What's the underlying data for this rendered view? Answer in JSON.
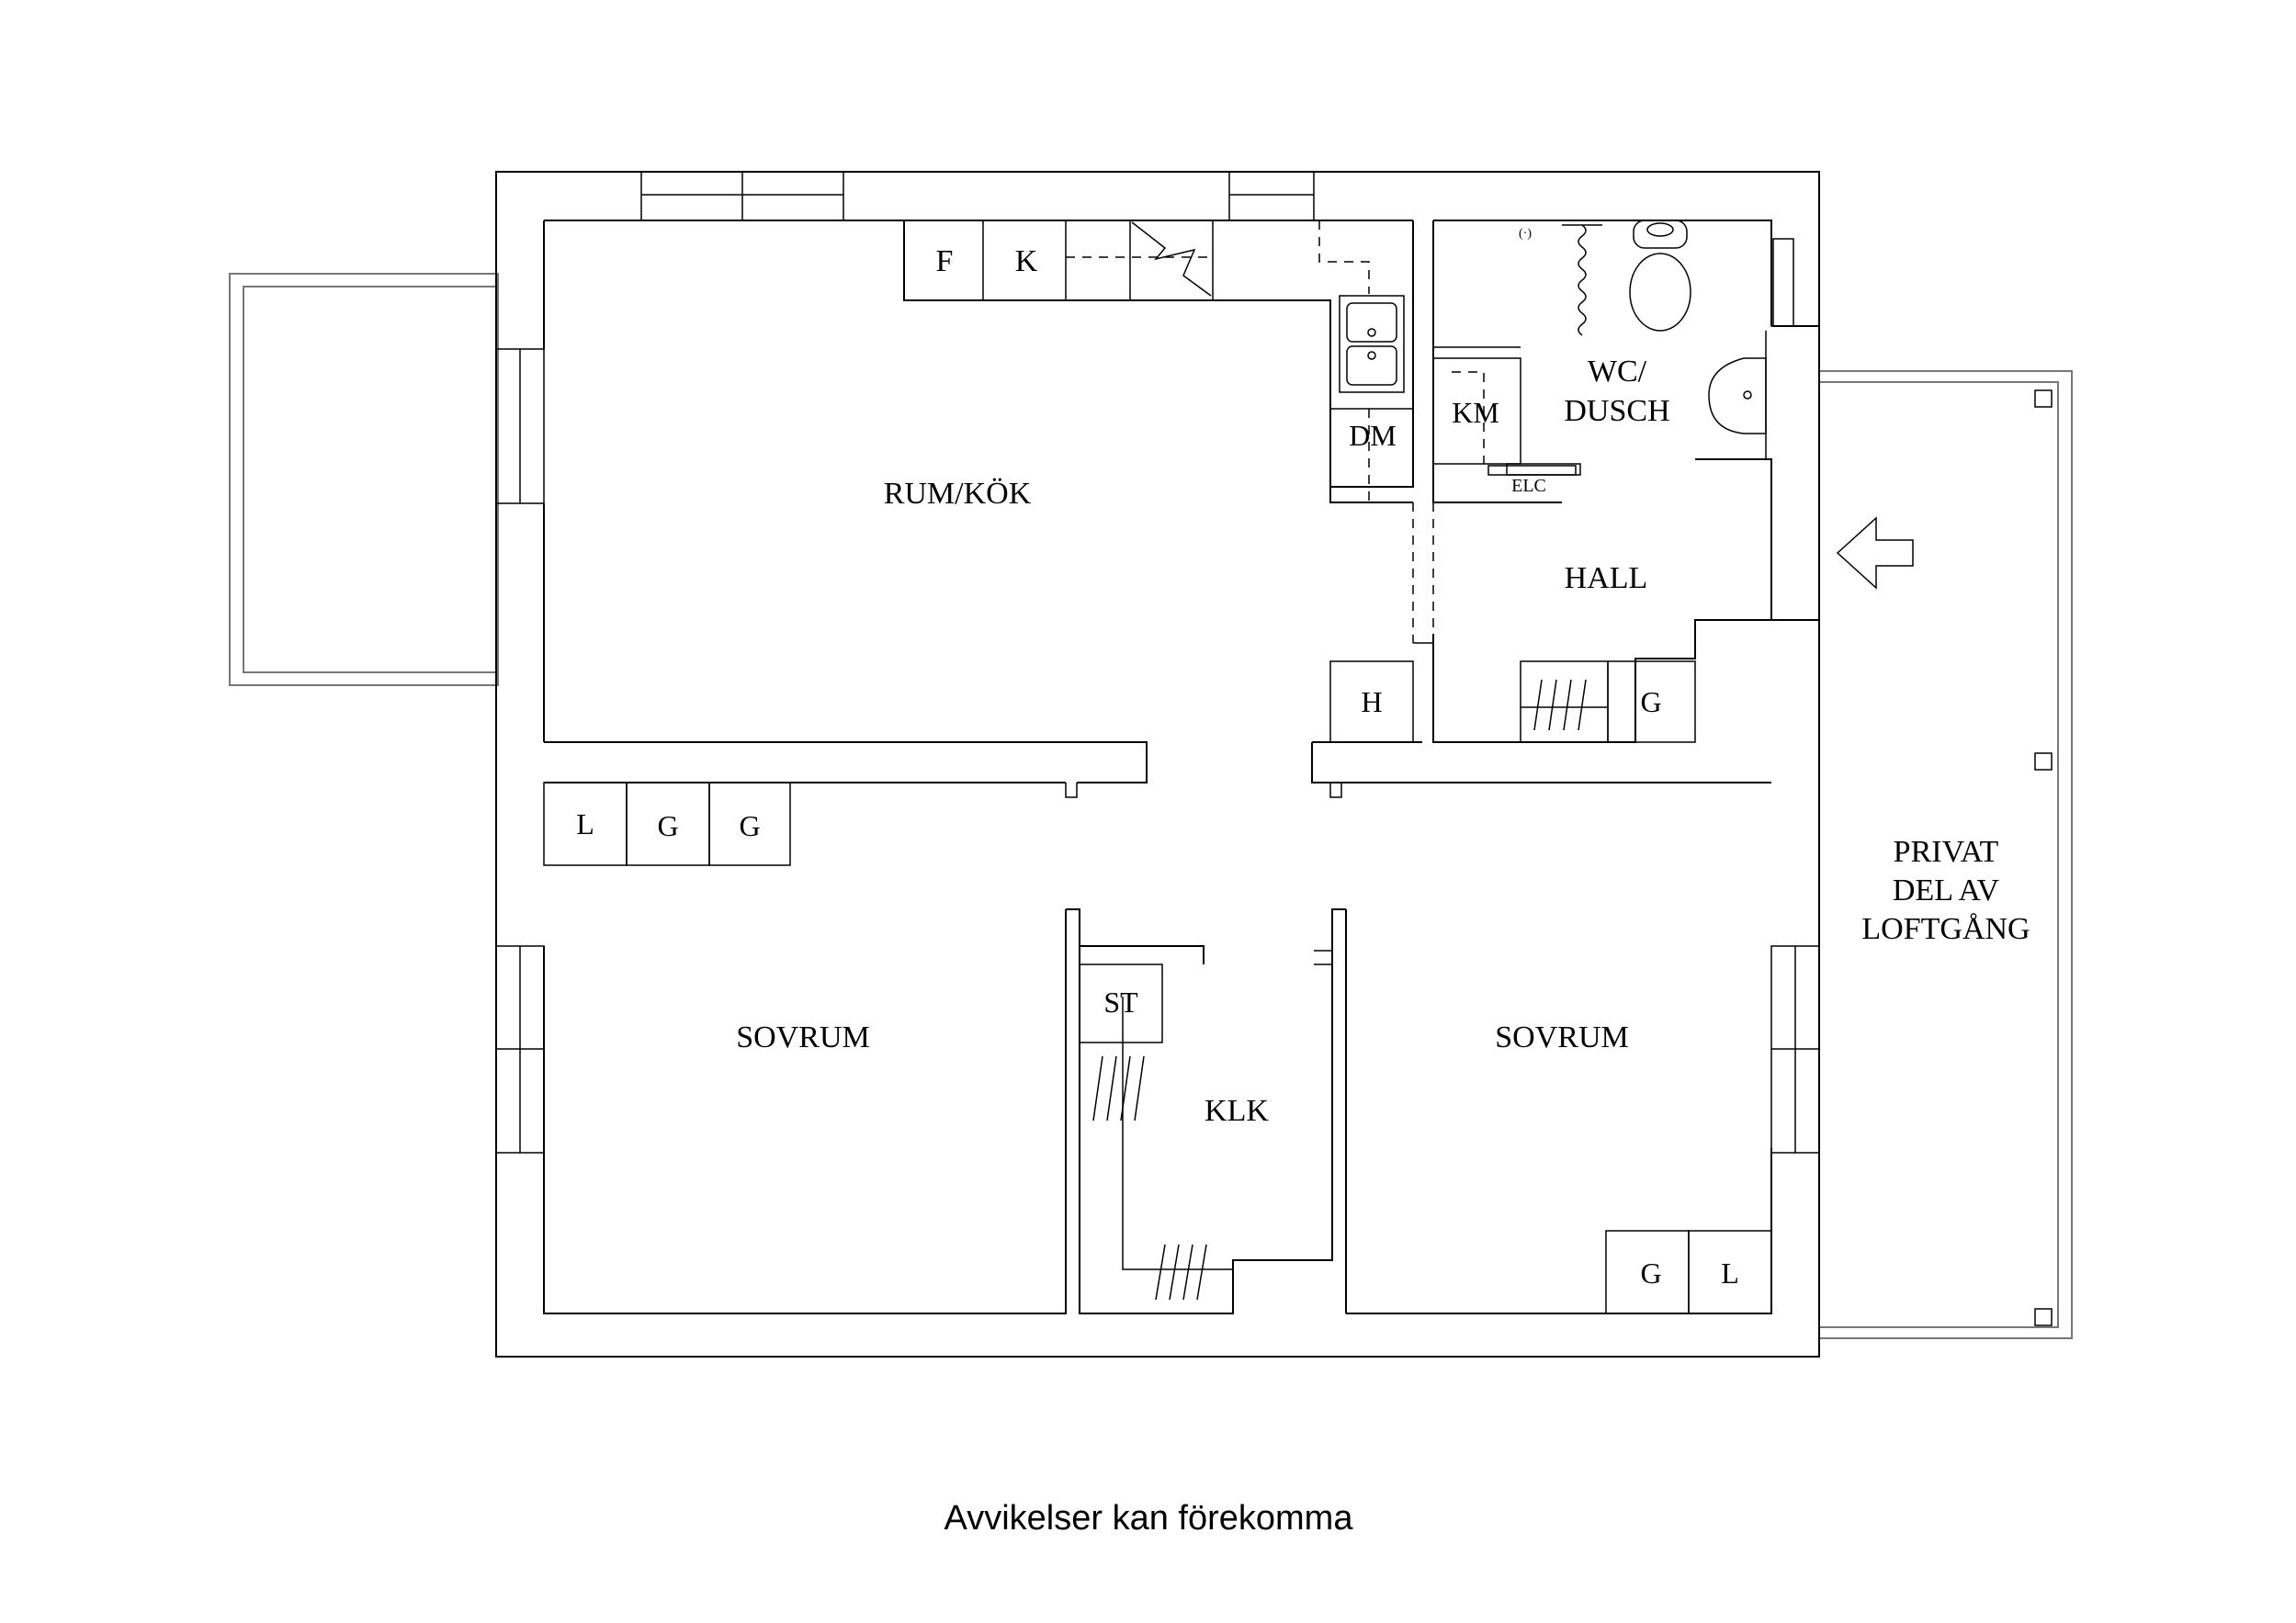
{
  "rooms": {
    "kitchen_living": "RUM/KÖK",
    "wc_shower_line1": "WC/",
    "wc_shower_line2": "DUSCH",
    "hall": "HALL",
    "bedroom_left": "SOVRUM",
    "bedroom_right": "SOVRUM",
    "walk_in_closet": "KLK",
    "balcony_line1": "PRIVAT",
    "balcony_line2": "DEL AV",
    "balcony_line3": "LOFTGÅNG"
  },
  "fixtures": {
    "fridge": "F",
    "freezer": "K",
    "dishwasher": "DM",
    "washing_machine": "KM",
    "electric_cabinet": "ELC",
    "hat_shelf": "H",
    "hall_wardrobe": "G",
    "left_bedroom_linen": "L",
    "left_bedroom_wardrobe_1": "G",
    "left_bedroom_wardrobe_2": "G",
    "storage": "ST",
    "right_bedroom_wardrobe": "G",
    "right_bedroom_linen": "L"
  },
  "caption": "Avvikelser kan förekomma"
}
